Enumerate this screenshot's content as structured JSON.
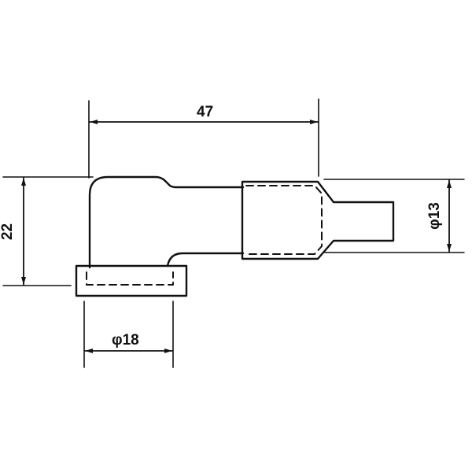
{
  "drawing": {
    "subject": "Angled spark plug boot / cap",
    "line_color": "#111111",
    "background": "#ffffff"
  },
  "dimensions": {
    "overall_length": {
      "label": "47",
      "orientation": "horizontal"
    },
    "height": {
      "label": "22",
      "orientation": "vertical"
    },
    "base_diameter": {
      "label": "φ18",
      "orientation": "horizontal"
    },
    "nozzle_diameter": {
      "label": "φ13",
      "orientation": "vertical"
    }
  }
}
